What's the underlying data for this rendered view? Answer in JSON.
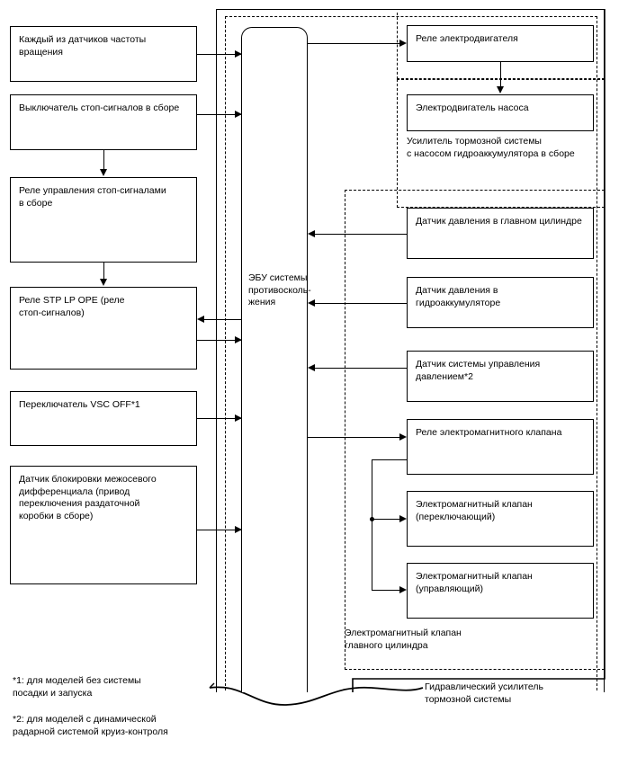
{
  "diagram": {
    "title": "Brake control system block diagram",
    "ecu": {
      "label": "ЭБУ системы\nпротивосколь-\nжения"
    },
    "left_blocks": [
      {
        "id": "speed-sensors",
        "label": "Каждый из датчиков частоты\nвращения"
      },
      {
        "id": "stop-lamp-switch",
        "label": "Выключатель стоп-сигналов в сборе"
      },
      {
        "id": "stop-lamp-relay",
        "label": "Реле управления стоп-сигналами\nв сборе"
      },
      {
        "id": "stp-lp-ope-relay",
        "label": "Реле STP LP OPE (реле\nстоп-сигналов)"
      },
      {
        "id": "vsc-off-switch",
        "label": "Переключатель VSC OFF*1"
      },
      {
        "id": "center-diff-lock-sensor",
        "label": "Датчик блокировки межосевого\nдифференциала (привод\nпереключения раздаточной\nкоробки в сборе)"
      }
    ],
    "right_blocks": [
      {
        "id": "motor-relay",
        "label": "Реле электродвигателя"
      },
      {
        "id": "pump-motor",
        "label": "Электродвигатель насоса"
      },
      {
        "id": "master-cylinder-pressure-sensor",
        "label": "Датчик давления в главном цилиндре"
      },
      {
        "id": "accumulator-pressure-sensor",
        "label": "Датчик давления в гидроаккумуляторе"
      },
      {
        "id": "pressure-control-sensor",
        "label": "Датчик системы управления\nдавлением*2"
      },
      {
        "id": "solenoid-valve-relay",
        "label": "Реле электромагнитного клапана"
      },
      {
        "id": "solenoid-valve-switching",
        "label": "Электромагнитный клапан\n(переключающий)"
      },
      {
        "id": "solenoid-valve-control",
        "label": "Электромагнитный клапан\n(управляющий)"
      }
    ],
    "group_labels": [
      {
        "id": "booster-pump-assy",
        "label": "Усилитель тормозной системы\nс насосом гидроаккумулятора в сборе"
      },
      {
        "id": "master-cylinder-solenoid",
        "label": "Электромагнитный клапан\nглавного цилиндра"
      },
      {
        "id": "hydraulic-brake-booster",
        "label": "Гидравлический усилитель\nтормозной системы"
      }
    ],
    "footnotes": [
      {
        "id": "footnote-1",
        "label": "*1: для моделей без системы\nпосадки и запуска"
      },
      {
        "id": "footnote-2",
        "label": "*2: для моделей с динамической\nрадарной системой круиз-контроля"
      }
    ],
    "colors": {
      "line": "#000000",
      "background": "#ffffff"
    }
  }
}
